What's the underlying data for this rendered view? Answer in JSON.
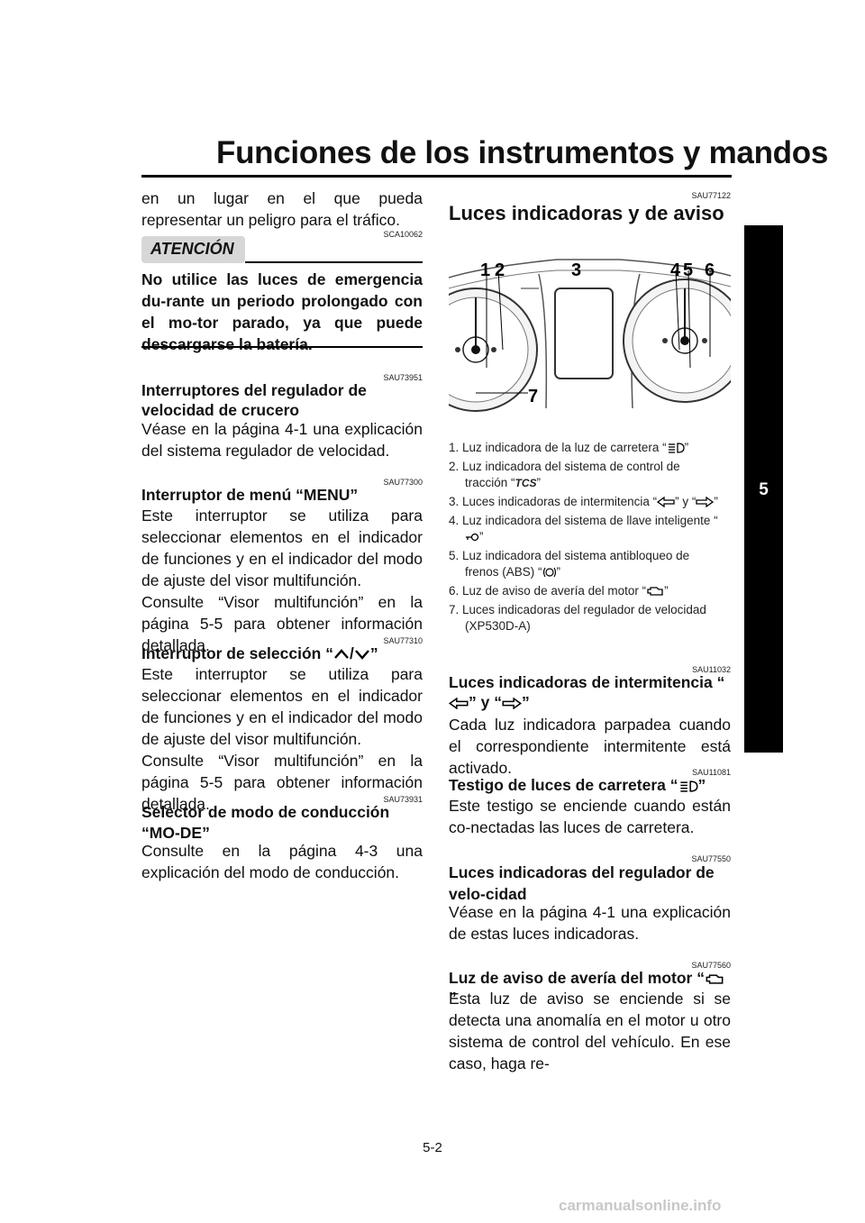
{
  "header": {
    "title": "Funciones de los instrumentos y mandos"
  },
  "tab": {
    "number": "5"
  },
  "left": {
    "intro": "en un lugar en el que pueda representar un peligro para el tráfico.",
    "caution_code": "SCA10062",
    "caution_label": "ATENCIÓN",
    "caution_text": "No utilice las luces de emergencia du-rante un periodo prolongado con el mo-tor parado, ya que puede descargarse la batería.",
    "s1": {
      "code": "SAU73951",
      "heading": "Interruptores del regulador de velocidad de crucero",
      "body": "Véase en la página 4-1 una explicación del sistema regulador de velocidad."
    },
    "s2": {
      "code": "SAU77300",
      "heading": "Interruptor de menú “MENU”",
      "body1": "Este interruptor se utiliza para seleccionar elementos en el indicador de funciones y en el indicador del modo de ajuste del visor multifunción.",
      "body2": "Consulte “Visor multifunción” en la página 5-5 para obtener información detallada."
    },
    "s3": {
      "code": "SAU77310",
      "heading_pre": "Interruptor de selección “",
      "heading_mid": "/",
      "heading_post": "”",
      "body1": "Este interruptor se utiliza para seleccionar elementos en el indicador de funciones y en el indicador del modo de ajuste del visor multifunción.",
      "body2": "Consulte “Visor multifunción” en la página 5-5 para obtener información detallada."
    },
    "s4": {
      "code": "SAU73931",
      "heading": "Selector de modo de conducción “MO-DE”",
      "body": "Consulte en la página 4-3 una explicación del modo de conducción."
    }
  },
  "right": {
    "main_code": "SAU77122",
    "main_heading": "Luces indicadoras y de aviso",
    "figure": {
      "callouts": [
        "1",
        "2",
        "3",
        "4",
        "5",
        "6",
        "7"
      ]
    },
    "legend": [
      {
        "pre": "1. Luz indicadora de la luz de carretera “",
        "post": "”",
        "icon": "high-beam-icon"
      },
      {
        "pre": "2. Luz indicadora del sistema de control de tracción “",
        "icon_text": "TCS",
        "post": "”"
      },
      {
        "pre": "3. Luces indicadoras de intermitencia “",
        "mid": "” y “",
        "post": "”"
      },
      {
        "pre": "4. Luz indicadora del sistema de llave inteligente “",
        "post": "”"
      },
      {
        "pre": "5. Luz indicadora del sistema antibloqueo de frenos (ABS) “",
        "post": "”"
      },
      {
        "pre": "6. Luz de aviso de avería del motor “",
        "post": "”"
      },
      {
        "text": "7. Luces indicadoras del regulador de velocidad (XP530D-A)"
      }
    ],
    "r1": {
      "code": "SAU11032",
      "heading_pre": "Luces indicadoras de intermitencia “",
      "heading_mid": "” y “",
      "heading_post": "”",
      "body": "Cada luz indicadora parpadea cuando el correspondiente intermitente está activado."
    },
    "r2": {
      "code": "SAU11081",
      "heading_pre": "Testigo de luces de carretera “",
      "heading_post": "”",
      "body": "Este testigo se enciende cuando están co-nectadas las luces de carretera."
    },
    "r3": {
      "code": "SAU77550",
      "heading": "Luces indicadoras del regulador de velo-cidad",
      "body": "Véase en la página 4-1 una explicación de estas luces indicadoras."
    },
    "r4": {
      "code": "SAU77560",
      "heading_pre": "Luz de aviso de avería del motor “",
      "heading_post": "”",
      "body": "Esta luz de aviso se enciende si se detecta una anomalía en el motor u otro sistema de control del vehículo. En ese caso, haga re-"
    }
  },
  "footer": {
    "page_number": "5-2",
    "watermark": "carmanualsonline.info"
  }
}
